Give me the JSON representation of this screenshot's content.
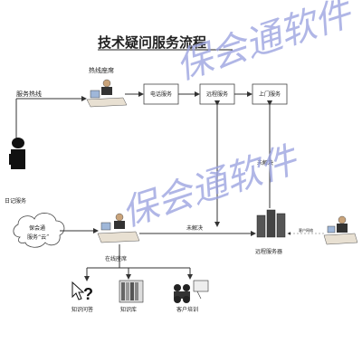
{
  "title": "技术疑问服务流程",
  "labels": {
    "hotline_seat": "热线座席",
    "hotline": "服务热线",
    "phone_service": "电话服务",
    "remote_service": "远程服务",
    "onsite_service": "上门服务",
    "unresolved_right": "未解决",
    "unresolved_mid": "未解决",
    "cloud_line1": "保会通",
    "cloud_line2": "服务“云”",
    "online_seat": "在线座席",
    "remote_server": "远程服务器",
    "customer_network": "客户网络",
    "knowledge_qa": "知识问答",
    "knowledge_base": "知识库",
    "customer_training": "客户培训",
    "side_label": "日记服务"
  },
  "watermark": [
    "保会通软件",
    "保会通软件"
  ],
  "colors": {
    "watermark": "#9aa2df",
    "lines": "#333333",
    "text": "#222222"
  }
}
